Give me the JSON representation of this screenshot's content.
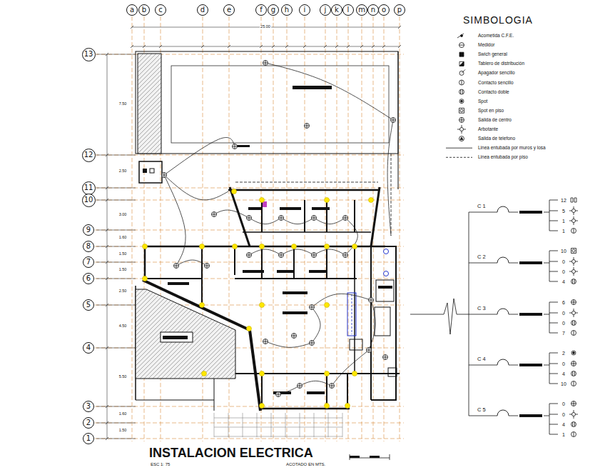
{
  "diagram": {
    "title": "INSTALACION ELECTRICA",
    "nodes": [
      {
        "text": [
          "a"
        ]
      },
      {
        "text": [
          "b"
        ]
      },
      {
        "text": [
          "c"
        ]
      },
      {
        "text": [
          "d"
        ]
      },
      {
        "text": [
          "e"
        ]
      },
      {
        "text": [
          "f"
        ]
      },
      {
        "text": [
          "g"
        ]
      },
      {
        "text": [
          "h"
        ]
      },
      {
        "text": [
          "i"
        ]
      },
      {
        "text": [
          "j"
        ]
      },
      {
        "text": [
          "k"
        ]
      },
      {
        "text": [
          "l"
        ]
      },
      {
        "text": [
          "m"
        ]
      },
      {
        "text": [
          "n"
        ]
      },
      {
        "text": [
          "o"
        ]
      },
      {
        "text": [
          "p"
        ]
      },
      {
        "text": [
          "13"
        ]
      },
      {
        "text": [
          "12"
        ]
      },
      {
        "text": [
          "11"
        ]
      },
      {
        "text": [
          "10"
        ]
      },
      {
        "text": [
          "9"
        ]
      },
      {
        "text": [
          "8"
        ]
      },
      {
        "text": [
          "7"
        ]
      },
      {
        "text": [
          "6"
        ]
      },
      {
        "text": [
          "5"
        ]
      },
      {
        "text": [
          "4"
        ]
      },
      {
        "text": [
          "3"
        ]
      },
      {
        "text": [
          "2"
        ]
      },
      {
        "text": [
          "1"
        ]
      }
    ],
    "labels": [
      "SIMBOLOGIA",
      "ESC 1: 75",
      "ACOTADO EN MTS.",
      "25.00",
      "C 1",
      "C 2",
      "C 3",
      "C 4",
      "C 5",
      "12",
      "5",
      "1",
      "1",
      "10",
      "0",
      "0",
      "4",
      "6",
      "0",
      "0",
      "7",
      "2",
      "0",
      "4",
      "10",
      "0",
      "0",
      "4",
      "1",
      "7.50",
      "2.50",
      "3.00",
      "1.60",
      "1.50",
      "1.50",
      "2.50",
      "4.50",
      "5.50",
      "1.60",
      "1.50"
    ],
    "legend": [
      {
        "text": "Acometida C.F.E."
      },
      {
        "text": "Medidor"
      },
      {
        "text": "Swich general"
      },
      {
        "text": "Tablero de distribución"
      },
      {
        "text": "Apagador sencillo"
      },
      {
        "text": "Contacto sencillo"
      },
      {
        "text": "Contacto doble"
      },
      {
        "text": "Spot"
      },
      {
        "text": "Spot en piso"
      },
      {
        "text": "Salida de centro"
      },
      {
        "text": "Arbotante"
      },
      {
        "text": "Salida de telefono"
      },
      {
        "text": "Linea entubada por muros y losa"
      },
      {
        "text": "Linea entubada por piso"
      }
    ]
  }
}
